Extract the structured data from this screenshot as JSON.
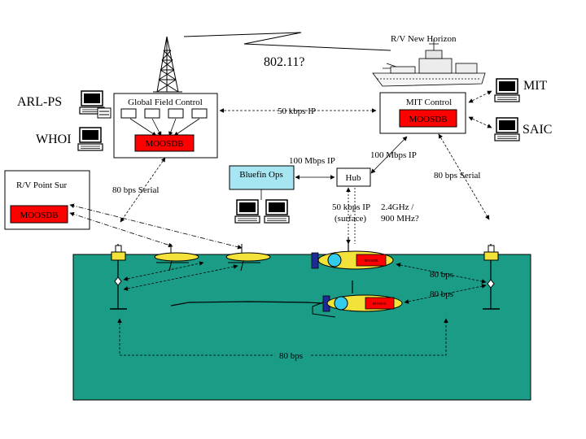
{
  "colors": {
    "water": "#1a9c86",
    "moosdb": "#ff0000",
    "bluefin": "#a6e6f2",
    "buoy": "#f2e23a",
    "auv_body": "#f2e23a",
    "auv_dome": "#33ccee",
    "auv_tail": "#1f2a99"
  },
  "labels": {
    "wifi": "802.11?",
    "ship": "R/V New Horizon",
    "arl": "ARL-PS",
    "whoi": "WHOI",
    "mit": "MIT",
    "saic": "SAIC",
    "gfc_title": "Global Field Control",
    "gfc_moosdb": "MOOSDB",
    "mit_title": "MIT Control",
    "mit_moosdb": "MOOSDB",
    "link_gfc_mit": "50 kbps IP",
    "link_bluefin_hub": "100 Mbps IP",
    "link_hub_mit": "100 Mbps IP",
    "link_mit_buoy": "80 bps Serial",
    "link_gfc_buoy": "80 bps Serial",
    "bluefin_title": "Bluefin Ops",
    "hub": "Hub",
    "pointsur_title": "R/V Point Sur",
    "pointsur_moosdb": "MOOSDB",
    "surface_ip_1": "50 kbps IP",
    "surface_ip_2": "(surface)",
    "radio_1": "2.4GHz /",
    "radio_2": "900 MHz?",
    "acoustic_1": "80 bps",
    "acoustic_2": "80 bps",
    "acoustic_bottom": "80 bps",
    "auv_tag": "MOOSDB"
  }
}
